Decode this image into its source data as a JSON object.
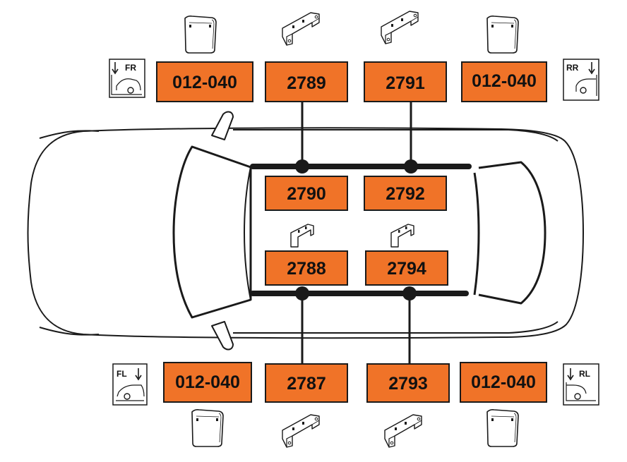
{
  "colors": {
    "box_fill": "#f07328",
    "box_stroke": "#1a1a1a",
    "line": "#1a1a1a",
    "background": "#ffffff"
  },
  "position_icons": {
    "front_right": {
      "label": "FR",
      "icon": "car-front-right-arrow-icon"
    },
    "rear_right": {
      "label": "RR",
      "icon": "car-rear-right-arrow-icon"
    },
    "front_left": {
      "label": "FL",
      "icon": "car-front-left-arrow-icon"
    },
    "rear_left": {
      "label": "RL",
      "icon": "car-rear-left-arrow-icon"
    }
  },
  "parts": {
    "top_fr_flap": "012-040",
    "top_2789": "2789",
    "top_2791": "2791",
    "top_rr_flap": "012-040",
    "mid_2790": "2790",
    "mid_2792": "2792",
    "mid_2788": "2788",
    "mid_2794": "2794",
    "bot_fl_flap": "012-040",
    "bot_2787": "2787",
    "bot_2793": "2793",
    "bot_rl_flap": "012-040"
  },
  "icons": {
    "mudflap": "mudflap-icon",
    "bracket": "mounting-bracket-icon"
  }
}
